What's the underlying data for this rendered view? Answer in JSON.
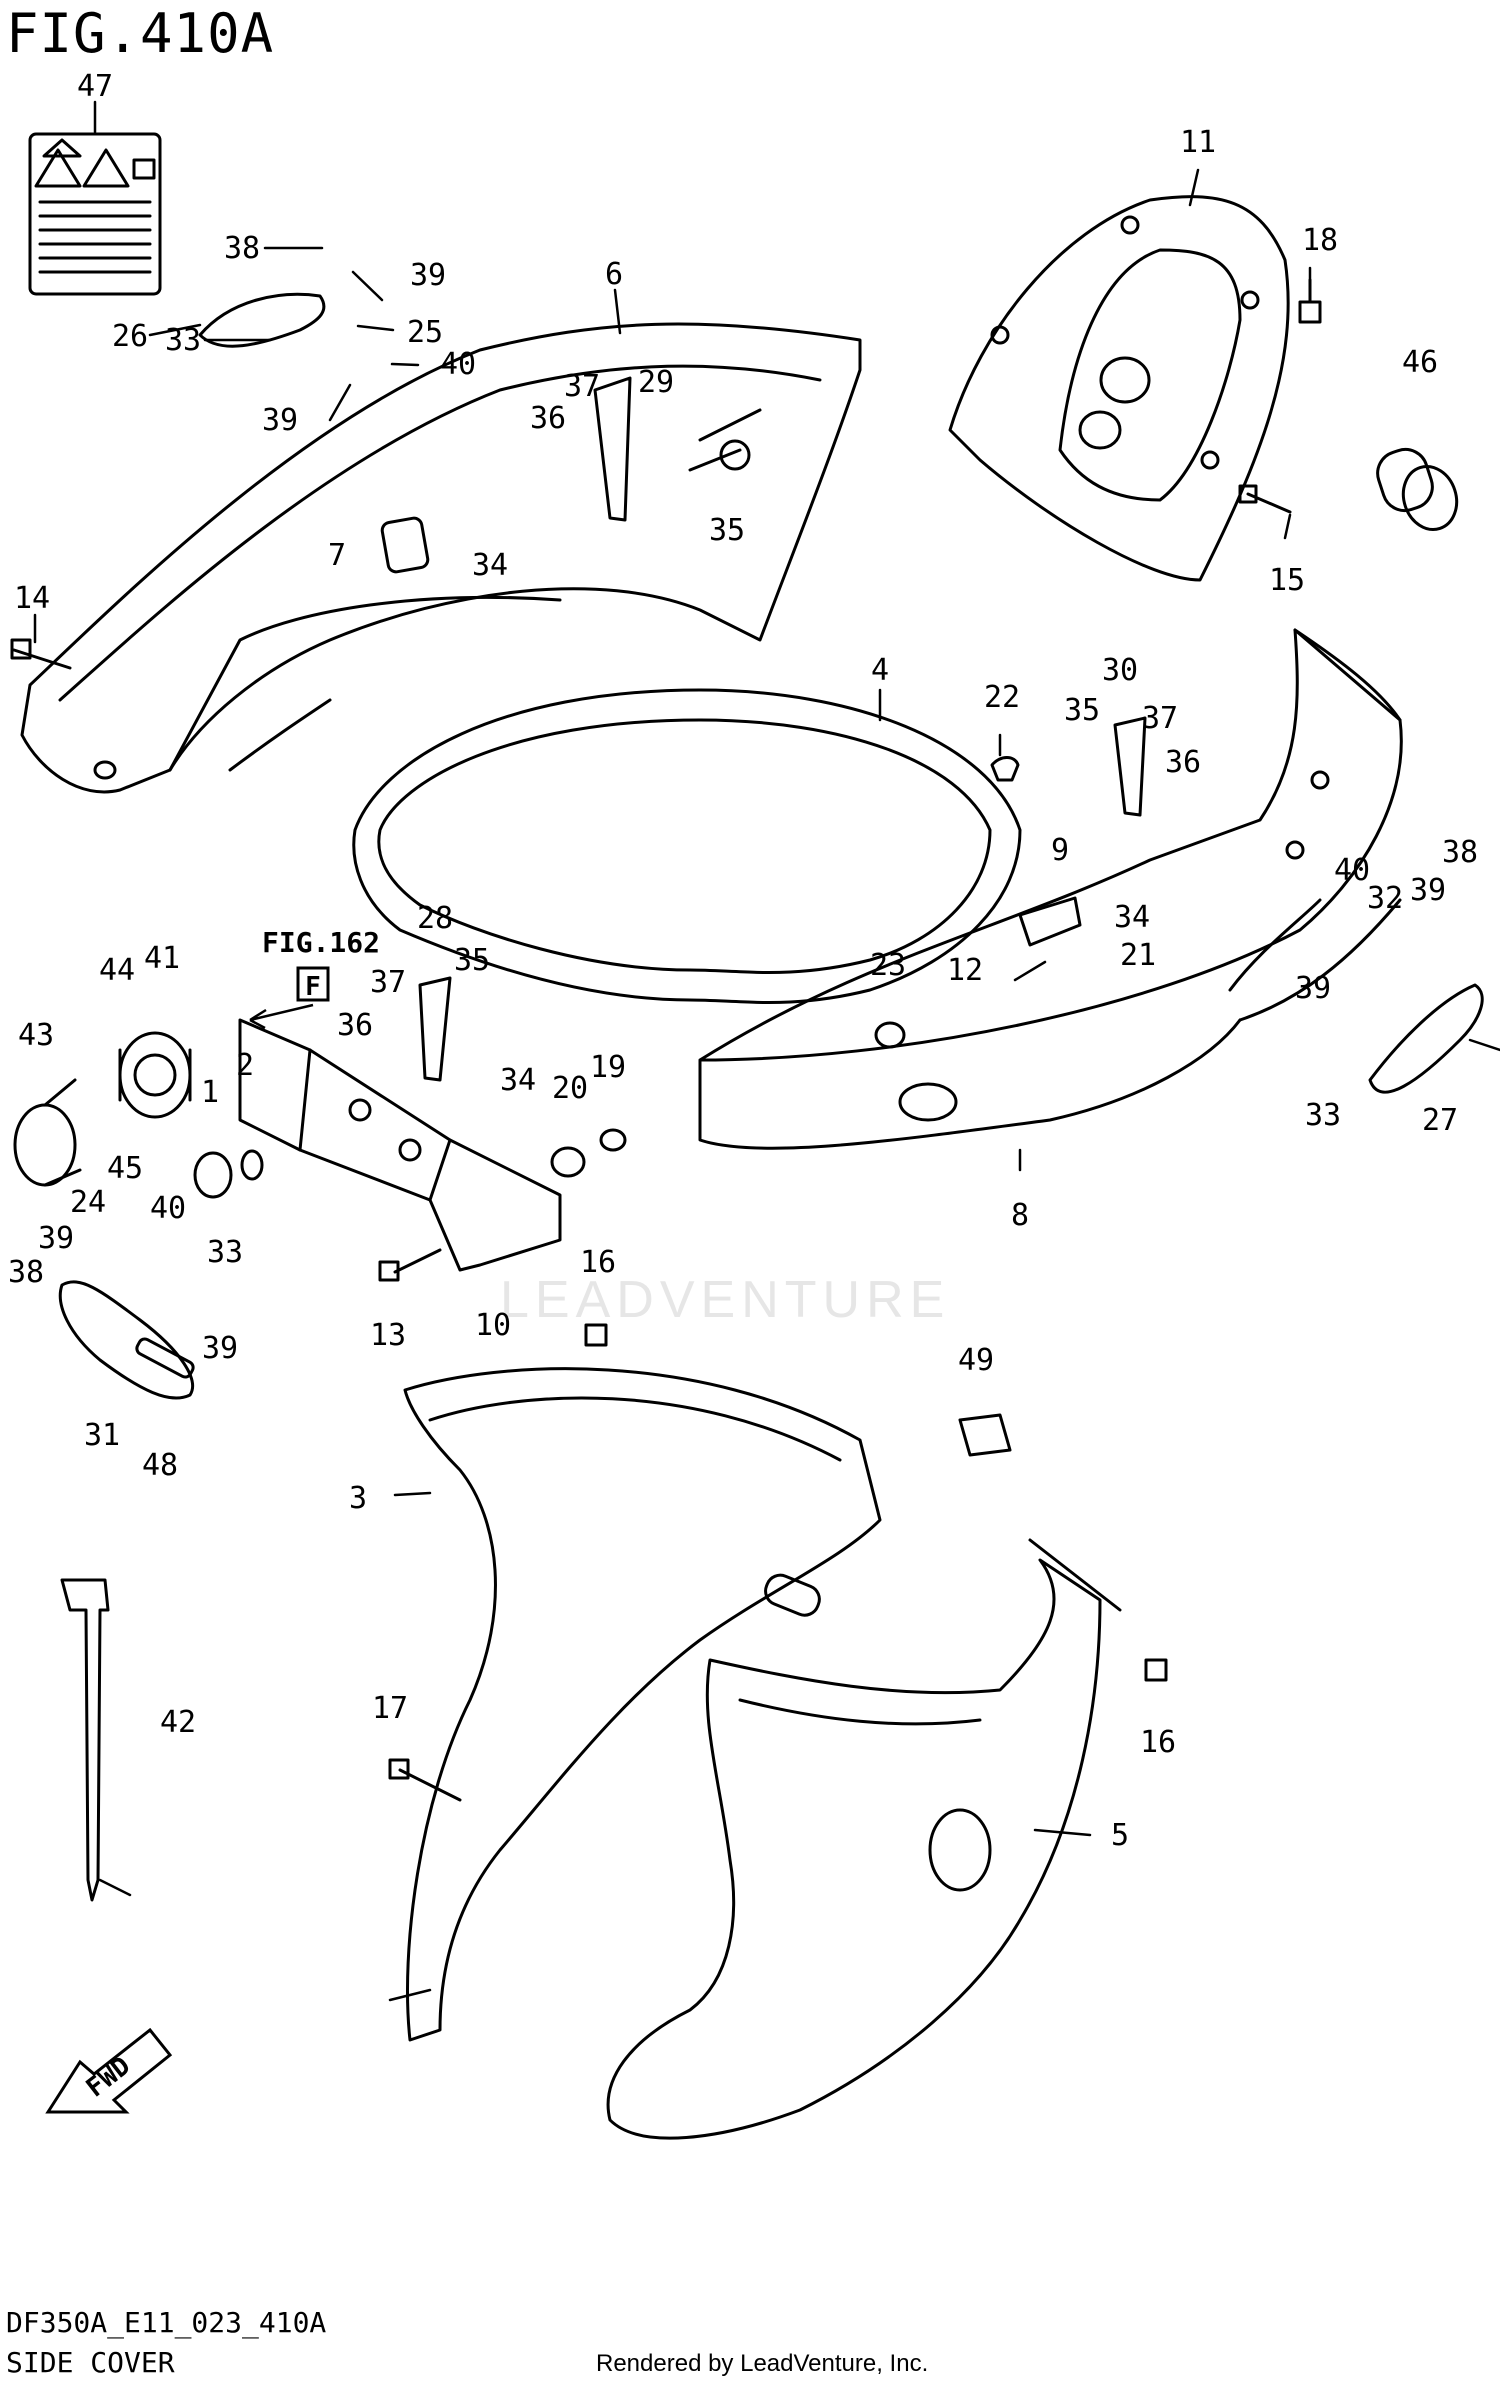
{
  "figure": {
    "title": "FIG.410A",
    "code": "DF350A_E11_023_410A",
    "name": "SIDE COVER",
    "credit": "Rendered by LeadVenture, Inc.",
    "watermark": "LEADVENTURE"
  },
  "references": {
    "fig162": "FIG.162",
    "front_mark": "F",
    "fwd_arrow": "FWD"
  },
  "callouts": [
    {
      "id": "p47",
      "text": "47"
    },
    {
      "id": "p38a",
      "text": "38"
    },
    {
      "id": "p39a",
      "text": "39"
    },
    {
      "id": "p26",
      "text": "26"
    },
    {
      "id": "p25",
      "text": "25"
    },
    {
      "id": "p33a",
      "text": "33"
    },
    {
      "id": "p40a",
      "text": "40"
    },
    {
      "id": "p39b",
      "text": "39"
    },
    {
      "id": "p6",
      "text": "6"
    },
    {
      "id": "p29",
      "text": "29"
    },
    {
      "id": "p37a",
      "text": "37"
    },
    {
      "id": "p36a",
      "text": "36"
    },
    {
      "id": "p35a",
      "text": "35"
    },
    {
      "id": "p7",
      "text": "7"
    },
    {
      "id": "p34a",
      "text": "34"
    },
    {
      "id": "p14",
      "text": "14"
    },
    {
      "id": "p11",
      "text": "11"
    },
    {
      "id": "p18",
      "text": "18"
    },
    {
      "id": "p46",
      "text": "46"
    },
    {
      "id": "p15",
      "text": "15"
    },
    {
      "id": "p4",
      "text": "4"
    },
    {
      "id": "p22",
      "text": "22"
    },
    {
      "id": "p30",
      "text": "30"
    },
    {
      "id": "p35b",
      "text": "35"
    },
    {
      "id": "p37b",
      "text": "37"
    },
    {
      "id": "p36b",
      "text": "36"
    },
    {
      "id": "p9",
      "text": "9"
    },
    {
      "id": "p34b",
      "text": "34"
    },
    {
      "id": "p40b",
      "text": "40"
    },
    {
      "id": "p32",
      "text": "32"
    },
    {
      "id": "p39c",
      "text": "39"
    },
    {
      "id": "p38b",
      "text": "38"
    },
    {
      "id": "p12",
      "text": "12"
    },
    {
      "id": "p21",
      "text": "21"
    },
    {
      "id": "p23",
      "text": "23"
    },
    {
      "id": "p39d",
      "text": "39"
    },
    {
      "id": "p33b",
      "text": "33"
    },
    {
      "id": "p27",
      "text": "27"
    },
    {
      "id": "p8",
      "text": "8"
    },
    {
      "id": "p44",
      "text": "44"
    },
    {
      "id": "p41",
      "text": "41"
    },
    {
      "id": "p43",
      "text": "43"
    },
    {
      "id": "p28",
      "text": "28"
    },
    {
      "id": "p35c",
      "text": "35"
    },
    {
      "id": "p37c",
      "text": "37"
    },
    {
      "id": "p36c",
      "text": "36"
    },
    {
      "id": "p1",
      "text": "1"
    },
    {
      "id": "p2",
      "text": "2"
    },
    {
      "id": "p34c",
      "text": "34"
    },
    {
      "id": "p20",
      "text": "20"
    },
    {
      "id": "p19",
      "text": "19"
    },
    {
      "id": "p45",
      "text": "45"
    },
    {
      "id": "p24",
      "text": "24"
    },
    {
      "id": "p40c",
      "text": "40"
    },
    {
      "id": "p39e",
      "text": "39"
    },
    {
      "id": "p33c",
      "text": "33"
    },
    {
      "id": "p38c",
      "text": "38"
    },
    {
      "id": "p39f",
      "text": "39"
    },
    {
      "id": "p16a",
      "text": "16"
    },
    {
      "id": "p13",
      "text": "13"
    },
    {
      "id": "p10",
      "text": "10"
    },
    {
      "id": "p31",
      "text": "31"
    },
    {
      "id": "p48",
      "text": "48"
    },
    {
      "id": "p49",
      "text": "49"
    },
    {
      "id": "p3",
      "text": "3"
    },
    {
      "id": "p42",
      "text": "42"
    },
    {
      "id": "p17",
      "text": "17"
    },
    {
      "id": "p16b",
      "text": "16"
    },
    {
      "id": "p5",
      "text": "5"
    }
  ]
}
